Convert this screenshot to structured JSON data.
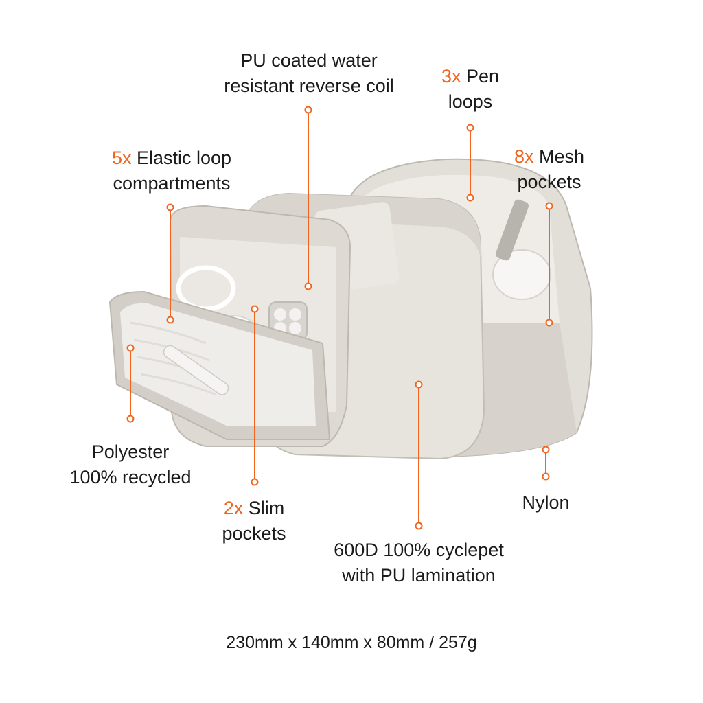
{
  "colors": {
    "accent": "#f0641e",
    "text": "#1a1a1a",
    "bag": "#e6e2dc",
    "bag_shadow": "#c9c4bc",
    "lining": "#f2f0ed"
  },
  "callouts": {
    "pu_coil": {
      "line1": "PU coated water",
      "line2": "resistant reverse coil"
    },
    "pen_loops": {
      "num": "3x",
      "text1": " Pen",
      "line2": "loops"
    },
    "elastic": {
      "num": "5x",
      "text1": " Elastic loop",
      "line2": "compartments"
    },
    "mesh": {
      "num": "8x",
      "text1": " Mesh",
      "line2": "pockets"
    },
    "polyester": {
      "line1": "Polyester",
      "line2": "100% recycled"
    },
    "slim": {
      "num": "2x",
      "text1": " Slim",
      "line2": "pockets"
    },
    "nylon": {
      "line1": "Nylon"
    },
    "cyclepet": {
      "line1": "600D 100% cyclepet",
      "line2": "with PU lamination"
    }
  },
  "dimensions": "230mm x 140mm x 80mm / 257g"
}
